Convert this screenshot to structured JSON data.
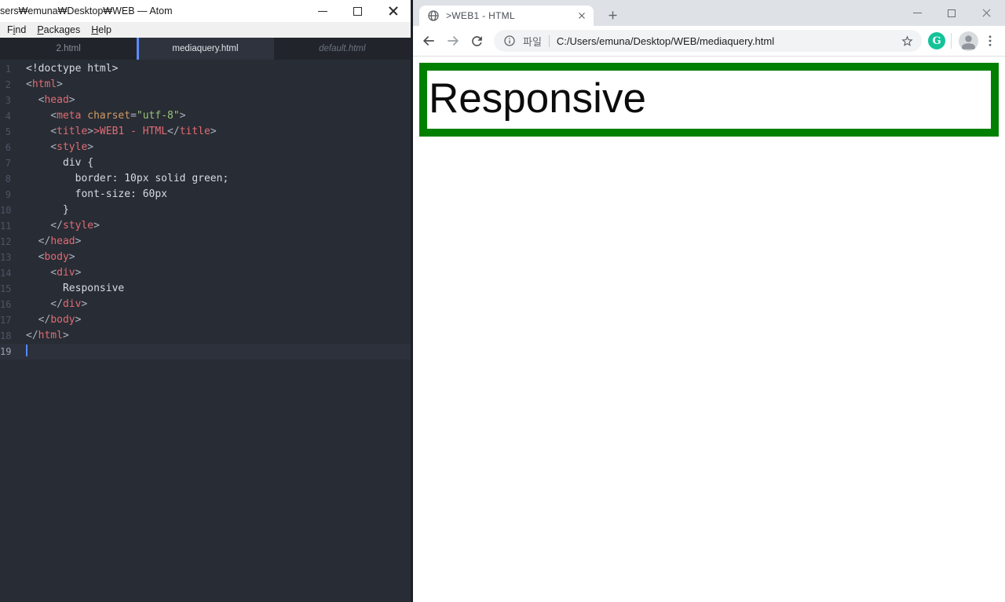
{
  "atom": {
    "title": "sers₩emuna₩Desktop₩WEB — Atom",
    "menu": [
      {
        "label": "Find",
        "u": 1
      },
      {
        "label": "Packages",
        "u": 0
      },
      {
        "label": "Help",
        "u": 0
      }
    ],
    "tabs": [
      {
        "label": "2.html",
        "state": "inactive"
      },
      {
        "label": "mediaquery.html",
        "state": "active"
      },
      {
        "label": "default.html",
        "state": "preview"
      }
    ],
    "editor": {
      "lines": [
        {
          "num": 1,
          "segs": [
            {
              "t": "x",
              "s": "<!doctype html>"
            }
          ]
        },
        {
          "num": 2,
          "segs": [
            {
              "t": "p",
              "s": "<"
            },
            {
              "t": "t",
              "s": "html"
            },
            {
              "t": "p",
              "s": ">"
            }
          ]
        },
        {
          "num": 3,
          "segs": [
            {
              "t": "p",
              "s": "  <"
            },
            {
              "t": "t",
              "s": "head"
            },
            {
              "t": "p",
              "s": ">"
            }
          ]
        },
        {
          "num": 4,
          "segs": [
            {
              "t": "p",
              "s": "    <"
            },
            {
              "t": "t",
              "s": "meta"
            },
            {
              "t": "x",
              "s": " "
            },
            {
              "t": "a",
              "s": "charset"
            },
            {
              "t": "p",
              "s": "="
            },
            {
              "t": "s",
              "s": "\"utf-8\""
            },
            {
              "t": "p",
              "s": ">"
            }
          ]
        },
        {
          "num": 5,
          "segs": [
            {
              "t": "p",
              "s": "    <"
            },
            {
              "t": "t",
              "s": "title"
            },
            {
              "t": "p",
              "s": ">"
            },
            {
              "t": "t",
              "s": ">WEB1 - HTML"
            },
            {
              "t": "p",
              "s": "</"
            },
            {
              "t": "t",
              "s": "title"
            },
            {
              "t": "p",
              "s": ">"
            }
          ]
        },
        {
          "num": 6,
          "segs": [
            {
              "t": "p",
              "s": "    <"
            },
            {
              "t": "t",
              "s": "style"
            },
            {
              "t": "p",
              "s": ">"
            }
          ]
        },
        {
          "num": 7,
          "segs": [
            {
              "t": "x",
              "s": "      div {"
            }
          ]
        },
        {
          "num": 8,
          "segs": [
            {
              "t": "x",
              "s": "        border: 10px solid green;"
            }
          ]
        },
        {
          "num": 9,
          "segs": [
            {
              "t": "x",
              "s": "        font-size: 60px"
            }
          ]
        },
        {
          "num": 10,
          "segs": [
            {
              "t": "x",
              "s": "      }"
            }
          ]
        },
        {
          "num": 11,
          "segs": [
            {
              "t": "p",
              "s": "    </"
            },
            {
              "t": "t",
              "s": "style"
            },
            {
              "t": "p",
              "s": ">"
            }
          ]
        },
        {
          "num": 12,
          "segs": [
            {
              "t": "p",
              "s": "  </"
            },
            {
              "t": "t",
              "s": "head"
            },
            {
              "t": "p",
              "s": ">"
            }
          ]
        },
        {
          "num": 13,
          "segs": [
            {
              "t": "p",
              "s": "  <"
            },
            {
              "t": "t",
              "s": "body"
            },
            {
              "t": "p",
              "s": ">"
            }
          ]
        },
        {
          "num": 14,
          "segs": [
            {
              "t": "p",
              "s": "    <"
            },
            {
              "t": "t",
              "s": "div"
            },
            {
              "t": "p",
              "s": ">"
            }
          ]
        },
        {
          "num": 15,
          "segs": [
            {
              "t": "x",
              "s": "      Responsive"
            }
          ]
        },
        {
          "num": 16,
          "segs": [
            {
              "t": "p",
              "s": "    </"
            },
            {
              "t": "t",
              "s": "div"
            },
            {
              "t": "p",
              "s": ">"
            }
          ]
        },
        {
          "num": 17,
          "segs": [
            {
              "t": "p",
              "s": "  </"
            },
            {
              "t": "t",
              "s": "body"
            },
            {
              "t": "p",
              "s": ">"
            }
          ]
        },
        {
          "num": 18,
          "segs": [
            {
              "t": "p",
              "s": "</"
            },
            {
              "t": "t",
              "s": "html"
            },
            {
              "t": "p",
              "s": ">"
            }
          ]
        },
        {
          "num": 19,
          "segs": [],
          "cursor": true
        }
      ]
    }
  },
  "chrome": {
    "tab": {
      "title": ">WEB1 - HTML"
    },
    "toolbar": {
      "file_chip": "파일",
      "url": "C:/Users/emuna/Desktop/WEB/mediaquery.html",
      "grammarly_label": "G"
    },
    "page": {
      "heading": "Responsive"
    }
  },
  "icons": {
    "atom": [
      "minimize-icon",
      "maximize-icon",
      "close-icon"
    ],
    "chrome": [
      "globe-favicon",
      "tab-close-icon",
      "plus-icon",
      "minimize-icon",
      "maximize-icon",
      "close-icon",
      "back-arrow-icon",
      "forward-arrow-icon",
      "reload-icon",
      "info-icon",
      "star-icon",
      "grammarly-icon",
      "profile-icon",
      "kebab-menu-icon"
    ]
  },
  "colors": {
    "page_border_green": "#008000",
    "grammarly_green": "#15c39a",
    "atom_tab_indicator": "#5e8cf7",
    "editor_cursor": "#528bff",
    "tag_red": "#e06c75",
    "string_green": "#98c379",
    "attr_orange": "#d19a66"
  }
}
